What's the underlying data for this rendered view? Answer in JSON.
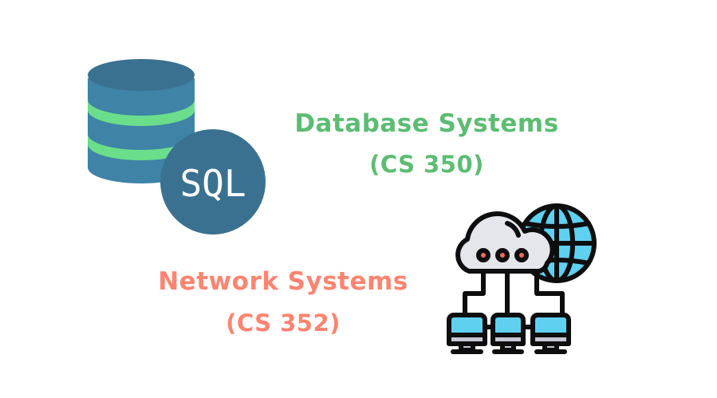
{
  "courses": [
    {
      "title": "Database Systems",
      "code": "(CS 350)",
      "color": "#5bbd72",
      "icon": "database-sql-icon",
      "icon_label": "SQL"
    },
    {
      "title": "Network Systems",
      "code": "(CS 352)",
      "color": "#fd8470",
      "icon": "network-cloud-globe-icon"
    }
  ],
  "palette": {
    "db_body": "#3f83a6",
    "db_top": "#3a7190",
    "db_stripe": "#6ade8a",
    "sql_circle": "#3a7190",
    "globe": "#60d0f0",
    "cloud": "#e4e6ec",
    "cloud_dots": "#f56b5b",
    "screen": "#60d0f0",
    "base": "#c6c9d4",
    "outline": "#0e0e0e"
  }
}
